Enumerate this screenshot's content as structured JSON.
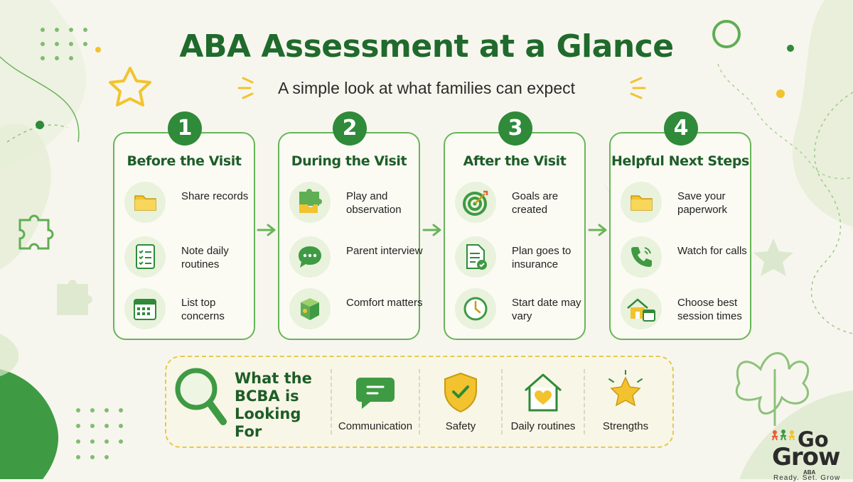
{
  "title": "ABA Assessment at a Glance",
  "subtitle": "A simple look at what families can expect",
  "colors": {
    "primary_green": "#2f8a3a",
    "card_border": "#67b558",
    "accent_yellow": "#f2c32e",
    "background": "#f7f6ee"
  },
  "steps": [
    {
      "number": "1",
      "title": "Before the Visit",
      "items": [
        {
          "icon": "folder-icon",
          "label": "Share records"
        },
        {
          "icon": "checklist-icon",
          "label": "Note daily routines"
        },
        {
          "icon": "calendar-icon",
          "label": "List top concerns"
        }
      ]
    },
    {
      "number": "2",
      "title": "During the Visit",
      "items": [
        {
          "icon": "puzzle-icon",
          "label": "Play and observation"
        },
        {
          "icon": "chat-bubble-icon",
          "label": "Parent interview"
        },
        {
          "icon": "cube-icon",
          "label": "Comfort matters"
        }
      ]
    },
    {
      "number": "3",
      "title": "After the Visit",
      "items": [
        {
          "icon": "target-icon",
          "label": "Goals are created"
        },
        {
          "icon": "document-check-icon",
          "label": "Plan goes to insurance"
        },
        {
          "icon": "clock-icon",
          "label": "Start date may vary"
        }
      ]
    },
    {
      "number": "4",
      "title": "Helpful Next Steps",
      "items": [
        {
          "icon": "folder-icon",
          "label": "Save your paperwork"
        },
        {
          "icon": "phone-icon",
          "label": "Watch for calls"
        },
        {
          "icon": "house-calendar-icon",
          "label": "Choose best session times"
        }
      ]
    }
  ],
  "looking_for": {
    "title": "What the BCBA is Looking For",
    "items": [
      {
        "icon": "speech-bubble-icon",
        "label": "Communication"
      },
      {
        "icon": "shield-check-icon",
        "label": "Safety"
      },
      {
        "icon": "house-heart-icon",
        "label": "Daily routines"
      },
      {
        "icon": "star-icon",
        "label": "Strengths"
      }
    ]
  },
  "logo": {
    "line1": "Go",
    "line2": "Grow",
    "sub": "ABA",
    "tagline": "Ready. Set. Grow"
  }
}
